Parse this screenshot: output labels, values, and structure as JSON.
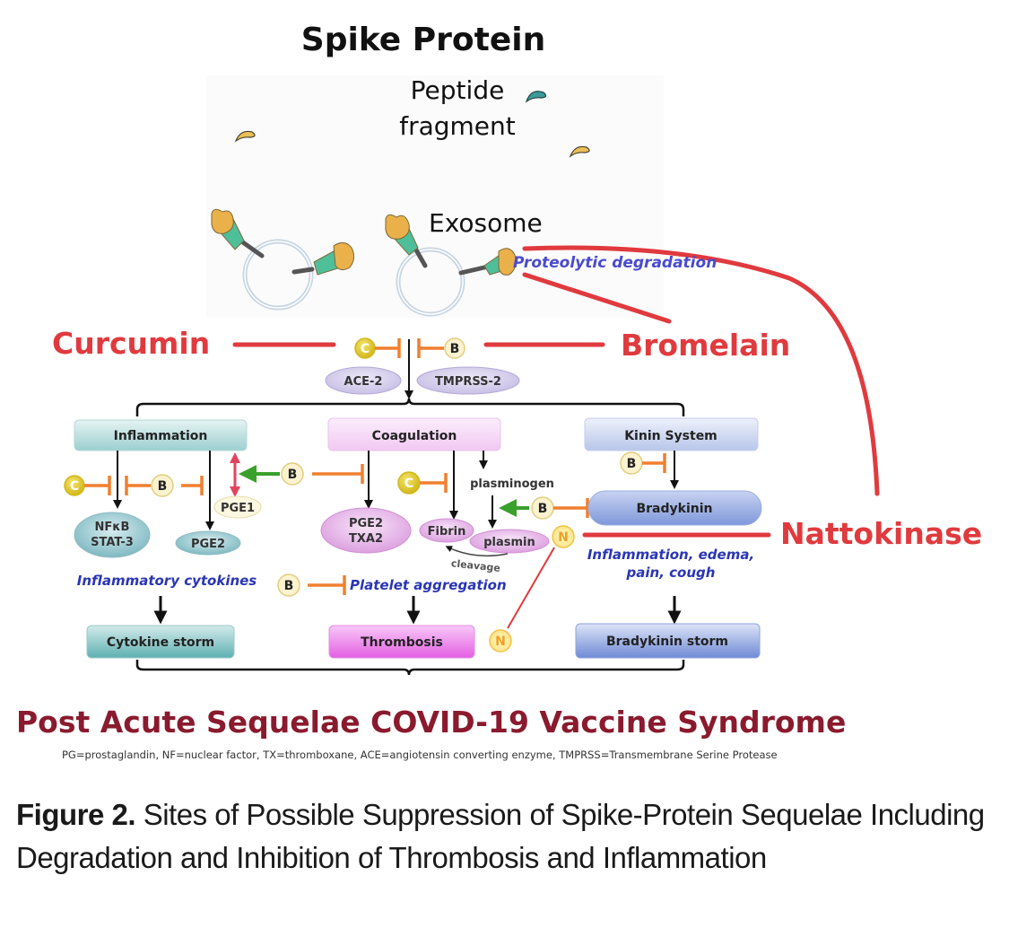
{
  "figure": {
    "title": "Spike Protein",
    "peptide_label_line1": "Peptide",
    "peptide_label_line2": "fragment",
    "exosome_label": "Exosome",
    "proteolytic_label": "Proteolytic degradation",
    "agents": {
      "curcumin": "Curcumin",
      "bromelain": "Bromelain",
      "nattokinase": "Nattokinase"
    },
    "badges": {
      "c": "C",
      "b": "B",
      "n": "N"
    },
    "receptors": [
      "ACE-2",
      "TMPRSS-2"
    ],
    "pathways": {
      "inflammation": {
        "header": "Inflammation",
        "nodes": [
          "NFκB",
          "STAT-3"
        ],
        "pge2": "PGE2",
        "pge1": "PGE1",
        "effect": "Inflammatory cytokines",
        "outcome": "Cytokine storm"
      },
      "coagulation": {
        "header": "Coagulation",
        "nodes": [
          "PGE2",
          "TXA2"
        ],
        "plasminogen": "plasminogen",
        "fibrin": "Fibrin",
        "plasmin": "plasmin",
        "cleavage": "cleavage",
        "effect": "Platelet aggregation",
        "outcome": "Thrombosis"
      },
      "kinin": {
        "header": "Kinin System",
        "bradykinin": "Bradykinin",
        "effect_line1": "Inflammation, edema,",
        "effect_line2": "pain, cough",
        "outcome": "Bradykinin storm"
      }
    },
    "syndrome": "Post Acute Sequelae COVID-19 Vaccine Syndrome",
    "abbreviations": "PG=prostaglandin, NF=nuclear factor, TX=thromboxane, ACE=angiotensin converting enzyme, TMPRSS=Transmembrane Serine Protease",
    "colors": {
      "agent_red": "#e03a3e",
      "inhibit_orange": "#f07f2e",
      "activate_green": "#3aa02c",
      "effect_blue": "#2a35b5",
      "syndrome_maroon": "#8a1a2e"
    }
  },
  "caption": {
    "label": "Figure 2.",
    "text": " Sites of Possible Suppression of Spike-Protein Sequelae Including Degradation and Inhibition of Thrombosis and Inflammation"
  }
}
